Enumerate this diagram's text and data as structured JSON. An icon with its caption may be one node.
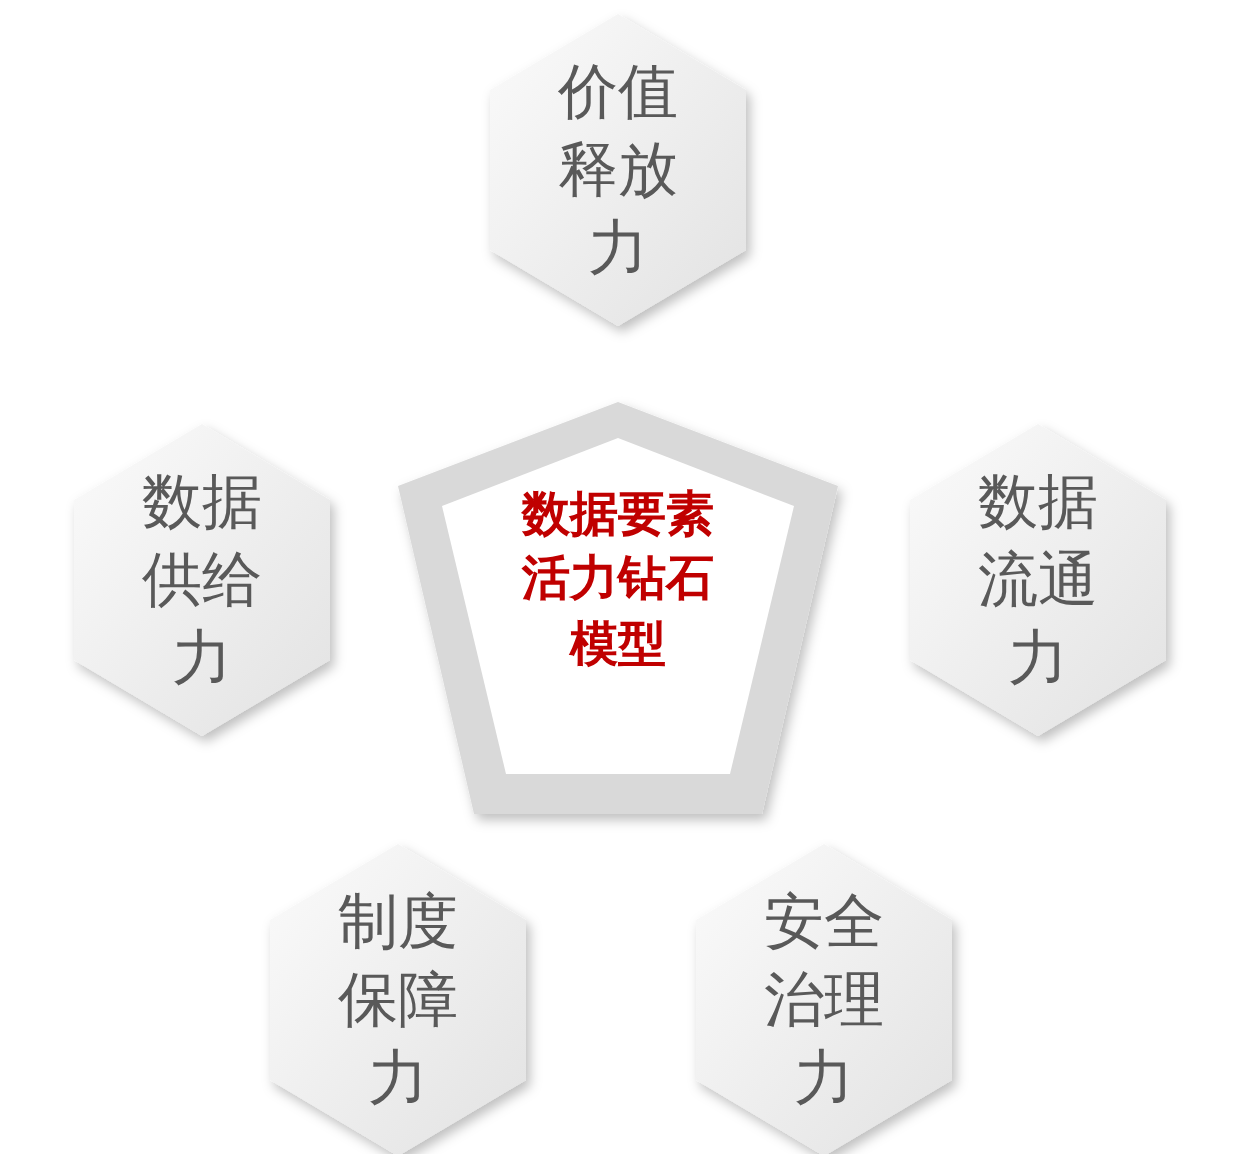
{
  "diagram": {
    "nodes": [
      {
        "text": [
          "价值释放力"
        ]
      },
      {
        "text": [
          "数据供给力"
        ]
      },
      {
        "text": [
          "数据要素活力钻石模型"
        ]
      },
      {
        "text": [
          "数据流通力"
        ]
      },
      {
        "text": [
          "制度保障力"
        ]
      },
      {
        "text": [
          "安全治理力"
        ]
      }
    ]
  }
}
